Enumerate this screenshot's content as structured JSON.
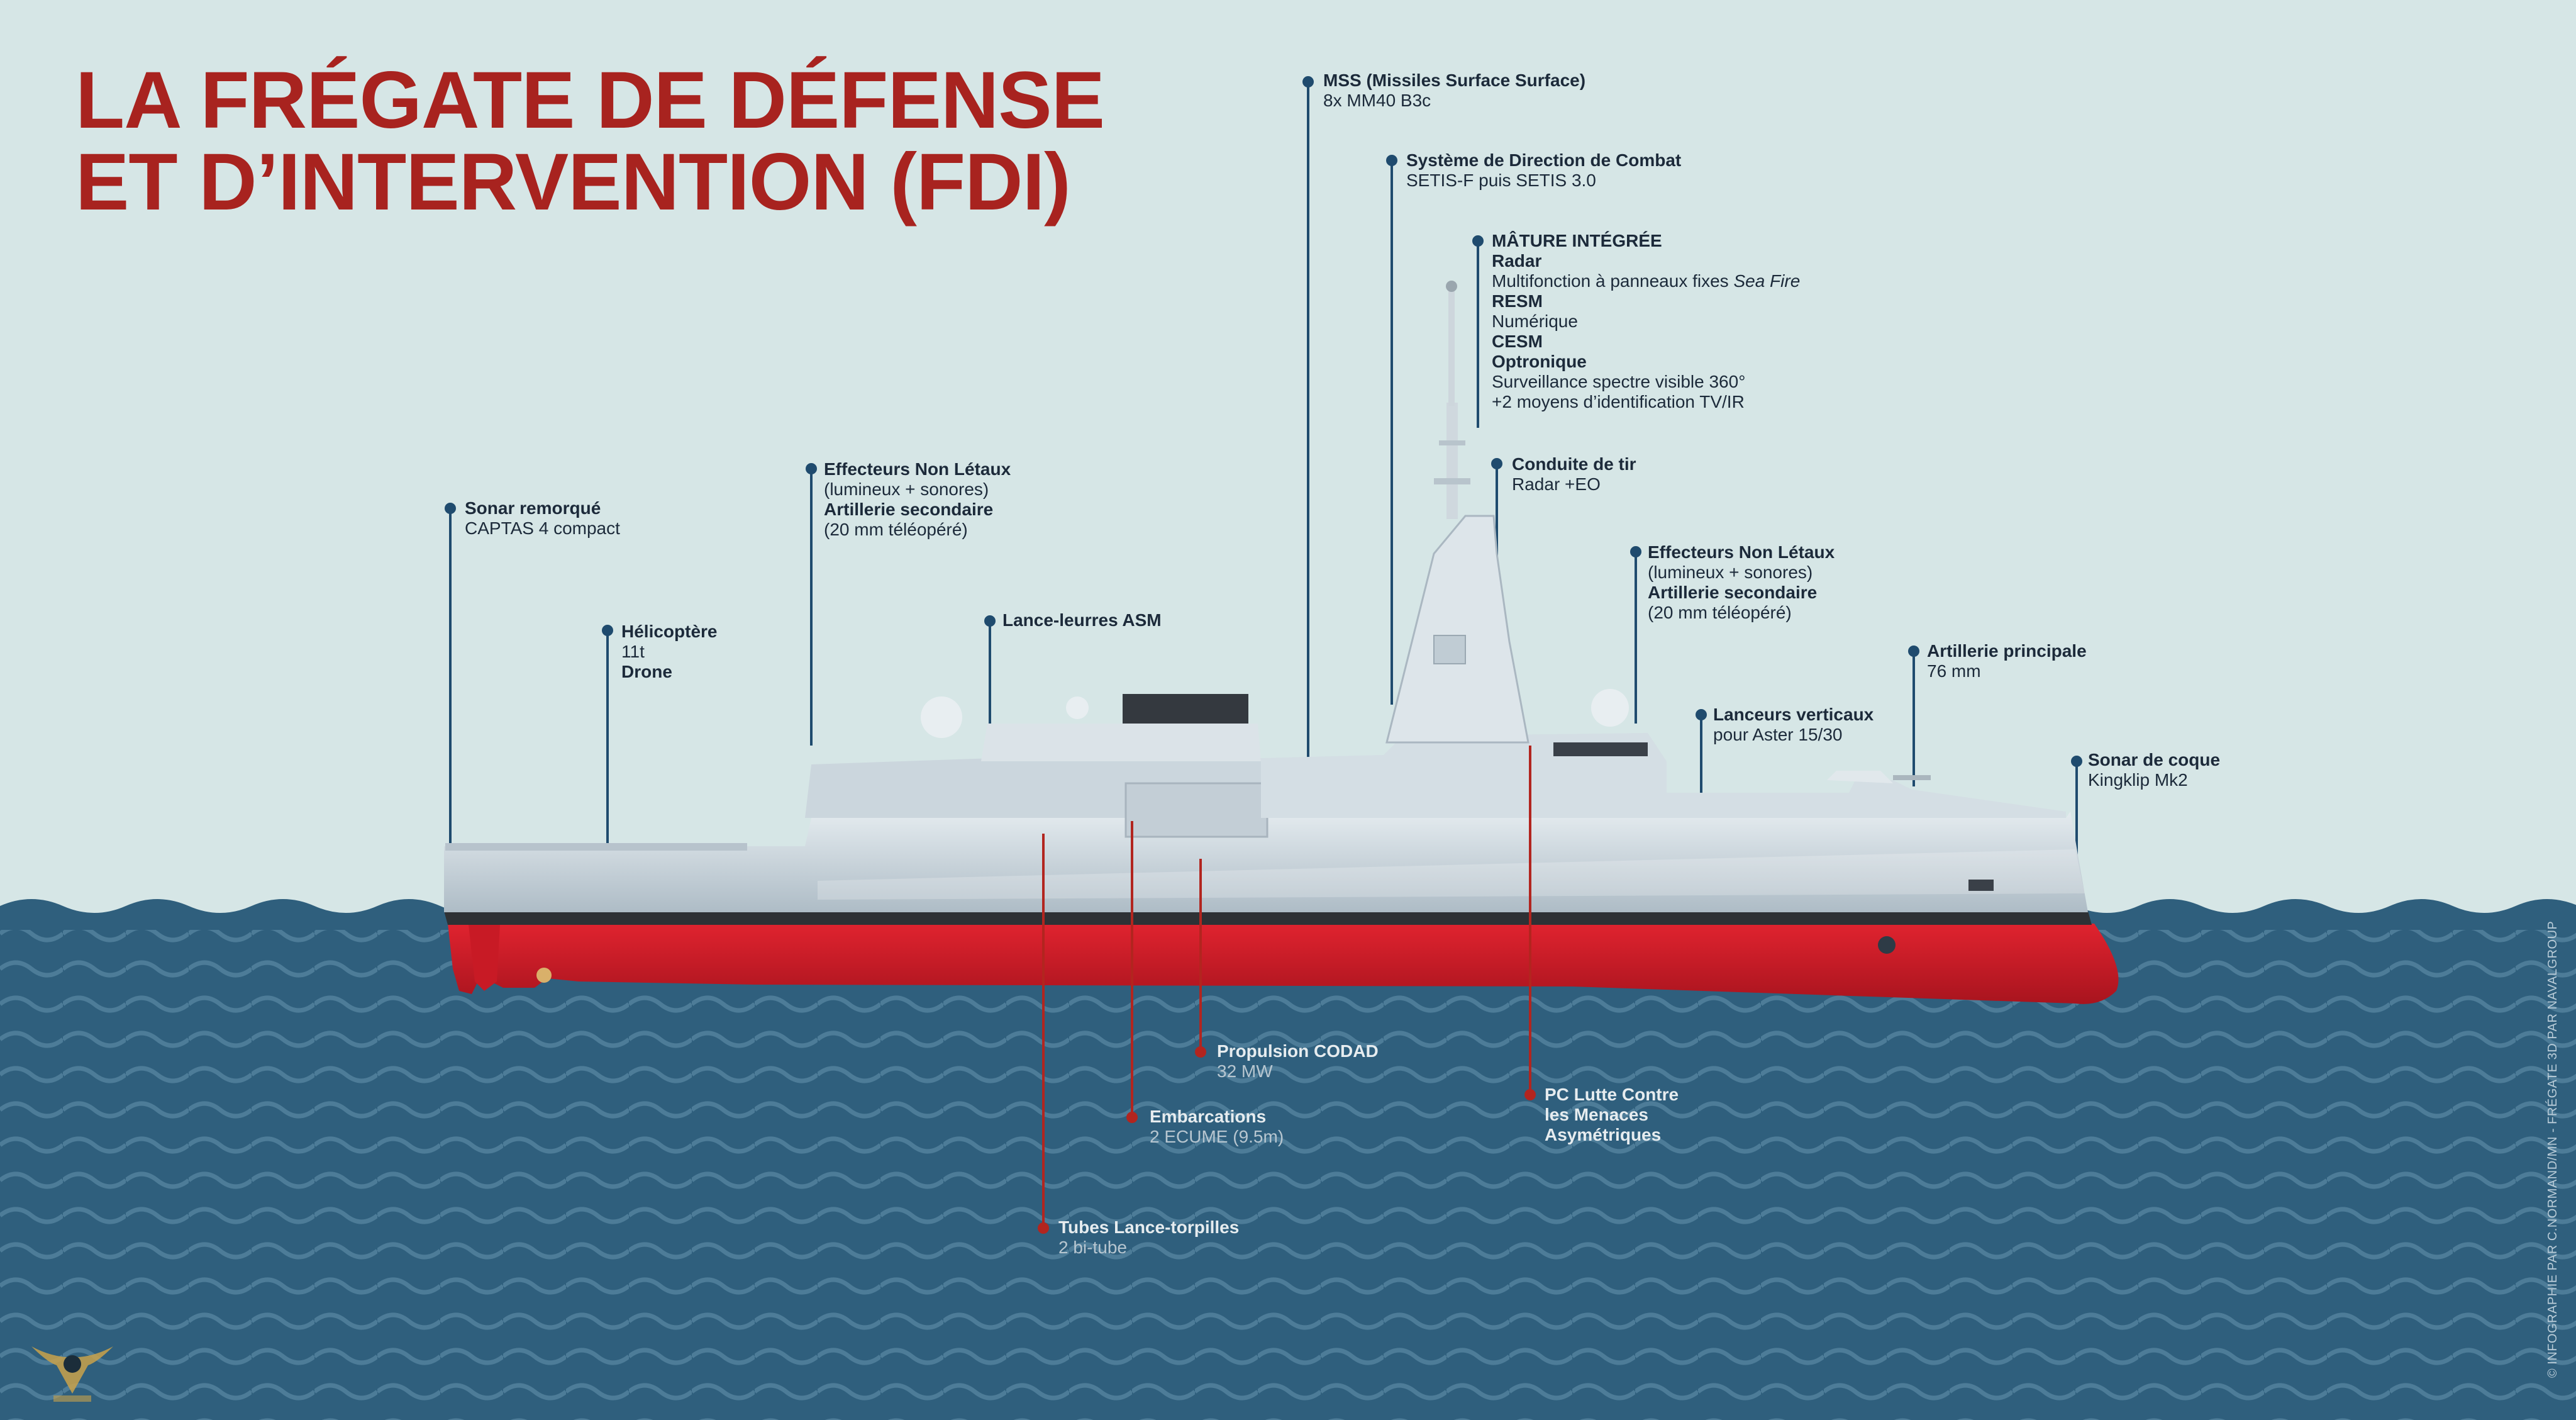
{
  "title": {
    "line1": "LA FRÉGATE DE DÉFENSE",
    "line2": "ET D’INTERVENTION (FDI)"
  },
  "colors": {
    "sky": "#d6e6e6",
    "sea": "#2f5f7d",
    "wave": "#4d7c98",
    "title": "#a8231f",
    "hull_grey": "#c9d4dc",
    "hull_red": "#d4202c",
    "leader_above": "#1f4b6e",
    "leader_below": "#b2251f"
  },
  "labels": {
    "mss": {
      "t": "MSS (Missiles Surface Surface)",
      "l1": "8x MM40 B3c"
    },
    "sdc": {
      "t": "Système de Direction de Combat",
      "l1": "SETIS-F puis SETIS 3.0"
    },
    "mature": {
      "t": "MÂTURE INTÉGRÉE",
      "radar": "Radar",
      "radar_desc_a": "Multifonction à panneaux fixes ",
      "radar_desc_b": "Sea Fire",
      "resm": "RESM",
      "resm_desc": "Numérique",
      "cesm": "CESM",
      "opt": "Optronique",
      "opt_d1": "Surveillance spectre visible 360°",
      "opt_d2": "+2 moyens d’identification TV/IR"
    },
    "conduite": {
      "t": "Conduite de tir",
      "l1": "Radar +EO"
    },
    "enl_fwd": {
      "t": "Effecteurs Non Létaux",
      "l1": "(lumineux + sonores)",
      "t2": "Artillerie secondaire",
      "l2": "(20 mm téléopéré)"
    },
    "enl_aft": {
      "t": "Effecteurs Non Létaux",
      "l1": "(lumineux + sonores)",
      "t2": "Artillerie secondaire",
      "l2": "(20 mm téléopéré)"
    },
    "sonar_remorque": {
      "t": "Sonar remorqué",
      "l1": "CAPTAS 4 compact"
    },
    "helico": {
      "t": "Hélicoptère",
      "l1": "11t",
      "t2": "Drone"
    },
    "leurres": {
      "t": "Lance-leurres ASM"
    },
    "lanceurs": {
      "t": "Lanceurs verticaux",
      "l1": "pour Aster 15/30"
    },
    "artillerie": {
      "t": "Artillerie principale",
      "l1": "76 mm"
    },
    "sonar_coque": {
      "t": "Sonar de coque",
      "l1": "Kingklip Mk2"
    },
    "propulsion": {
      "t": "Propulsion CODAD",
      "l1": "32 MW"
    },
    "embarcations": {
      "t": "Embarcations",
      "l1": "2 ECUME (9.5m)"
    },
    "pc": {
      "l1": "PC Lutte Contre",
      "l2": "les Menaces",
      "l3": "Asymétriques"
    },
    "tubes": {
      "t": "Tubes Lance-torpilles",
      "l1": "2 bi-tube"
    }
  },
  "credit": "© INFOGRAPHIE PAR C.NORMAND/MN - FRÉGATE 3D PAR NAVALGROUP"
}
